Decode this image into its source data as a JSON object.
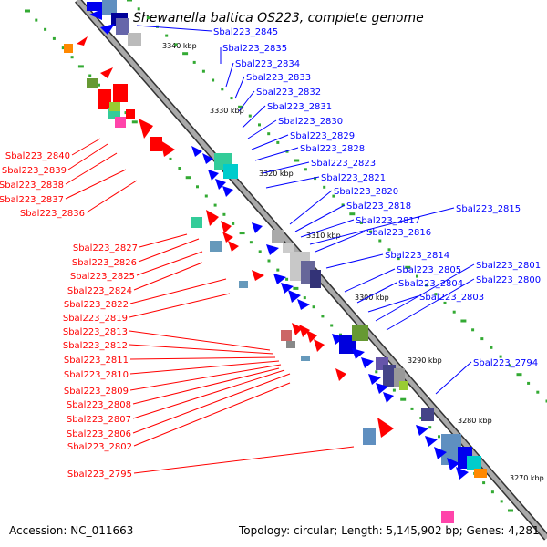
{
  "title": "Shewanella baltica OS223, complete genome",
  "accession": "Accession: NC_011663",
  "topology": "Topology: circular; Length: 5,145,902 bp; Genes: 4,281",
  "ticks": [
    "3340 kbp",
    "3330 kbp",
    "3320 kbp",
    "3310 kbp",
    "3300 kbp",
    "3290 kbp",
    "3280 kbp",
    "3270 kbp"
  ],
  "colors": {
    "forward": "#0000ff",
    "reverse": "#ff0000",
    "backbone": "#808080",
    "dots": "#33aa33"
  },
  "forward_labels": [
    "Sbal223_2845",
    "Sbal223_2835",
    "Sbal223_2834",
    "Sbal223_2833",
    "Sbal223_2832",
    "Sbal223_2831",
    "Sbal223_2830",
    "Sbal223_2829",
    "Sbal223_2828",
    "Sbal223_2823",
    "Sbal223_2821",
    "Sbal223_2820",
    "Sbal223_2818",
    "Sbal223_2815",
    "Sbal223_2817",
    "Sbal223_2816",
    "Sbal223_2814",
    "Sbal223_2805",
    "Sbal223_2801",
    "Sbal223_2804",
    "Sbal223_2800",
    "Sbal223_2803",
    "Sbal223_2794"
  ],
  "reverse_labels": [
    "Sbal223_2840",
    "Sbal223_2839",
    "Sbal223_2838",
    "Sbal223_2837",
    "Sbal223_2836",
    "Sbal223_2827",
    "Sbal223_2826",
    "Sbal223_2825",
    "Sbal223_2824",
    "Sbal223_2822",
    "Sbal223_2819",
    "Sbal223_2813",
    "Sbal223_2812",
    "Sbal223_2811",
    "Sbal223_2810",
    "Sbal223_2809",
    "Sbal223_2808",
    "Sbal223_2807",
    "Sbal223_2806",
    "Sbal223_2802",
    "Sbal223_2795"
  ]
}
